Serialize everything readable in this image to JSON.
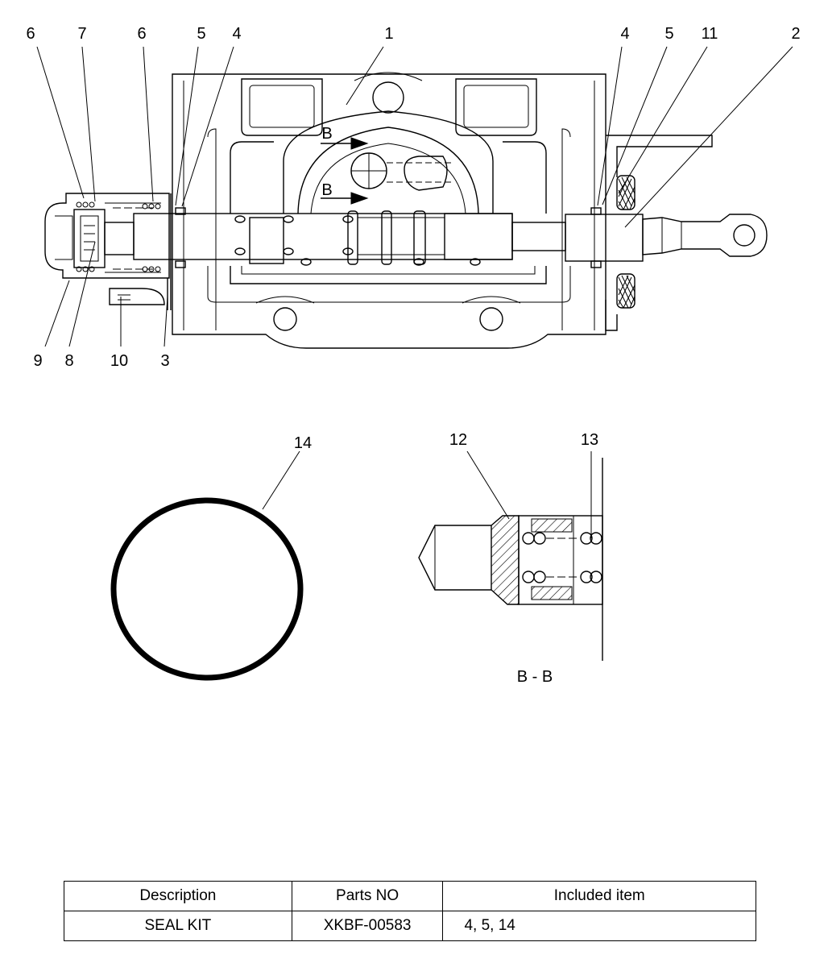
{
  "callouts": {
    "c6a": "6",
    "c7": "7",
    "c6b": "6",
    "c5a": "5",
    "c4a": "4",
    "c1": "1",
    "c4b": "4",
    "c5b": "5",
    "c11": "11",
    "c2": "2",
    "c9": "9",
    "c8": "8",
    "c10": "10",
    "c3": "3",
    "c14": "14",
    "c12": "12",
    "c13": "13",
    "section_top": "B",
    "section_bottom": "B"
  },
  "section_caption": "B - B",
  "table": {
    "headers": [
      "Description",
      "Parts NO",
      "Included item"
    ],
    "rows": [
      {
        "description": "SEAL KIT",
        "parts_no": "XKBF-00583",
        "included": "4, 5, 14"
      }
    ]
  }
}
